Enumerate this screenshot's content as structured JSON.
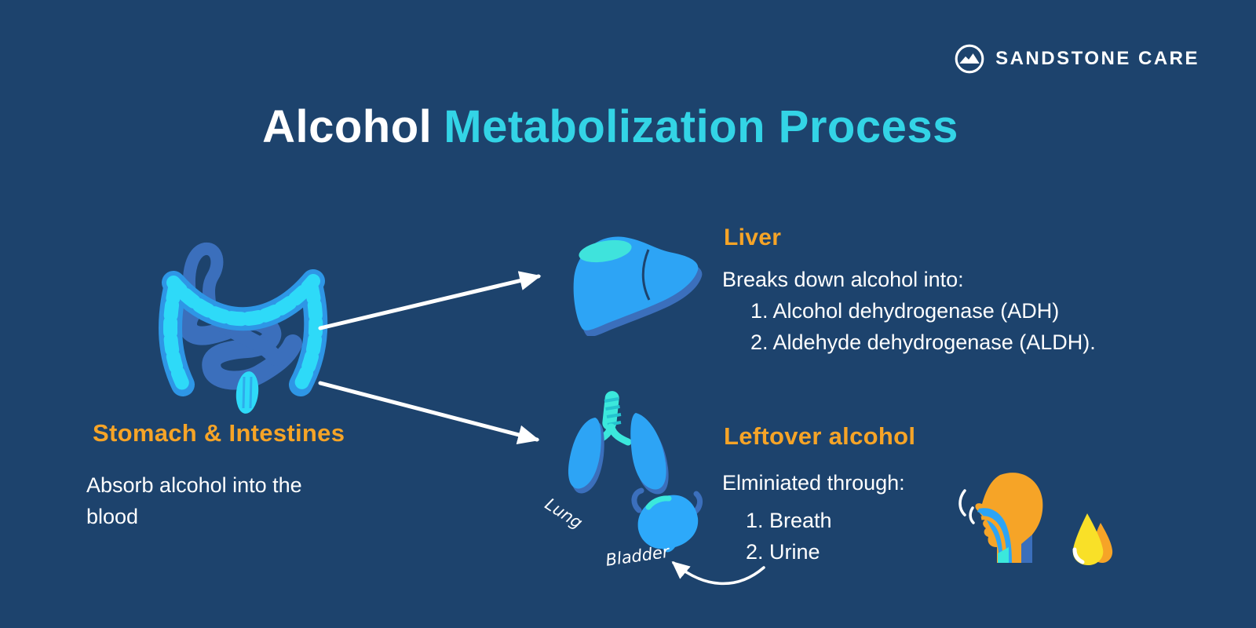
{
  "colors": {
    "navy": "#1D436D",
    "title_accent": "#33D4E6",
    "orange": "#F6A427",
    "text_white": "#FFFFFF",
    "organ_blue": "#2DA4F5",
    "organ_blue_dark": "#3B6FBC",
    "organ_cyan": "#3BE8DC",
    "colon_blue": "#2E96E6",
    "bump_cyan": "#2EDAF8",
    "drop_yellow": "#F9E028"
  },
  "logo": {
    "brand": "SANDSTONE CARE"
  },
  "title": {
    "part1": "Alcohol",
    "part2": "Metabolization Process"
  },
  "stomach": {
    "heading": "Stomach & Intestines",
    "description": "Absorb alcohol into the blood"
  },
  "liver": {
    "heading": "Liver",
    "intro": "Breaks down alcohol into:",
    "items": [
      "1. Alcohol dehydrogenase (ADH)",
      "2. Aldehyde dehydrogenase (ALDH)."
    ]
  },
  "leftover": {
    "heading": "Leftover alcohol",
    "intro": "Elminiated through:",
    "items": [
      "1. Breath",
      "2. Urine"
    ]
  },
  "organ_labels": {
    "lung": "Lung",
    "bladder": "Bladder"
  }
}
